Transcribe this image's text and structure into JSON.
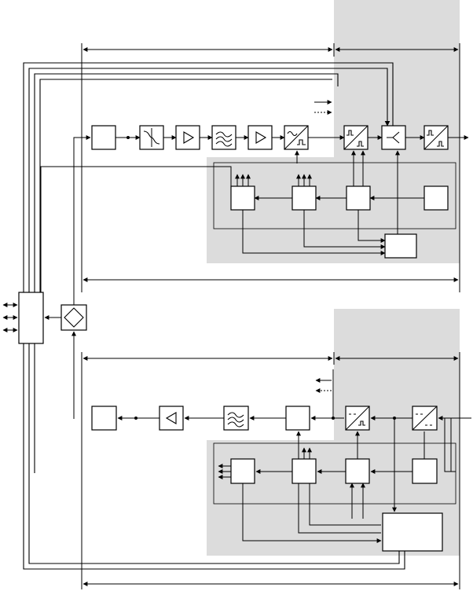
{
  "colors": {
    "shaded_region": "#dcdcdc",
    "stroke": "#000000",
    "background": "#ffffff"
  },
  "transmit_chain": {
    "blocks": [
      {
        "id": "tx-source",
        "icon": "empty-block"
      },
      {
        "id": "tx-shaper",
        "icon": "waveform-icon"
      },
      {
        "id": "tx-amp-1",
        "icon": "amplifier-triangle-icon"
      },
      {
        "id": "tx-filter",
        "icon": "lowpass-filter-icon"
      },
      {
        "id": "tx-amp-2",
        "icon": "amplifier-triangle-icon"
      },
      {
        "id": "tx-adc",
        "icon": "analog-to-digital-icon"
      },
      {
        "id": "tx-dsp",
        "icon": "digital-pulse-converter-icon"
      },
      {
        "id": "tx-combiner",
        "icon": "combiner-icon"
      },
      {
        "id": "tx-output",
        "icon": "digital-pulse-converter-icon"
      }
    ],
    "control_blocks": [
      "tx-ctrl-1",
      "tx-ctrl-2",
      "tx-ctrl-3",
      "tx-ctrl-4",
      "tx-ctrl-5"
    ]
  },
  "receive_chain": {
    "blocks": [
      {
        "id": "rx-sink",
        "icon": "empty-block"
      },
      {
        "id": "rx-amp",
        "icon": "amplifier-reverse-icon"
      },
      {
        "id": "rx-filter",
        "icon": "lowpass-filter-icon"
      },
      {
        "id": "rx-dac",
        "icon": "empty-block"
      },
      {
        "id": "rx-converter-1",
        "icon": "digital-to-pulse-icon"
      },
      {
        "id": "rx-converter-2",
        "icon": "digital-converter-icon"
      }
    ],
    "control_blocks": [
      "rx-ctrl-1",
      "rx-ctrl-2",
      "rx-ctrl-3",
      "rx-ctrl-4",
      "rx-ctrl-5"
    ]
  },
  "interface": {
    "io_block": "io-block",
    "switch_block": "diamond-switch-icon"
  }
}
